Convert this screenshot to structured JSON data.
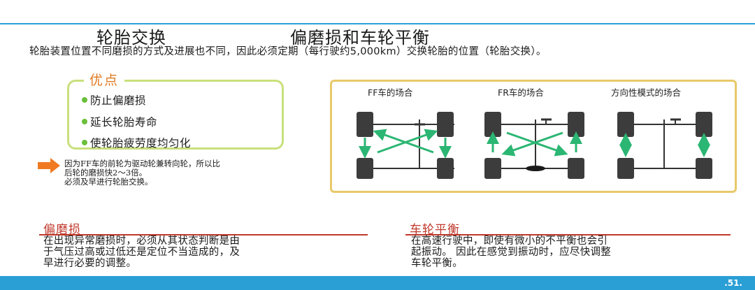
{
  "header": {
    "title_left": "轮胎交换",
    "title_right": "偏磨损和车轮平衡"
  },
  "intro": "轮胎装置位置不同磨损的方式及进展也不同，因此必须定期（每行驶约5,000km）交换轮胎的位置（轮胎交换）。",
  "advantages": {
    "title": "优点",
    "items": [
      "防止偏磨损",
      "延长轮胎寿命",
      "使轮胎疲劳度均匀化"
    ]
  },
  "note": {
    "lines": [
      "因为FF车的前轮为驱动轮兼转向轮，所以比",
      "后轮的磨损快2～3倍。",
      "必须及早进行轮胎交换。"
    ]
  },
  "diagrams": {
    "labels": [
      "FF车的场合",
      "FR车的场合",
      "方向性模式的场合"
    ]
  },
  "sections": {
    "uneven": {
      "title": "偏磨损",
      "lines": [
        "在出现异常磨损时，必须从其状态判断是由",
        "于气压过高或过低还是定位不当造成的，及",
        "早进行必要的调整。"
      ]
    },
    "balance": {
      "title": "车轮平衡",
      "lines": [
        "在高速行驶中，即使有微小的不平衡也会引",
        "起振动。 因此在感觉到振动时，应尽快调整",
        "车轮平衡。"
      ]
    }
  },
  "footer": {
    "page": ".51."
  },
  "colors": {
    "accent_blue": "#2a9fd6",
    "arrow_green": "#2bb673",
    "frame_gold": "#e8c96a",
    "adv_green": "#c9e07c",
    "orange": "#e07a22",
    "section_red": "#c0392b"
  }
}
